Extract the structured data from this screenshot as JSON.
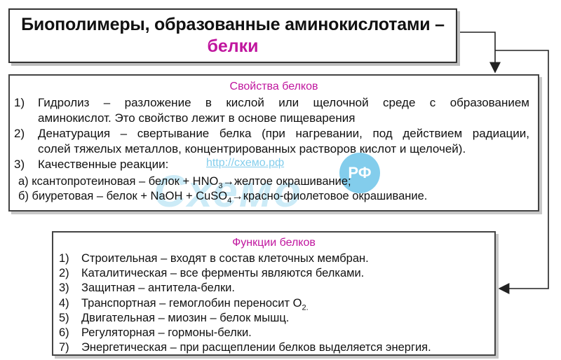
{
  "title": {
    "line1": "Биополимеры, образованные аминокислотами –",
    "line2": "белки"
  },
  "properties": {
    "heading": "Свойства белков",
    "items": [
      {
        "num": "1)",
        "lines": [
          "Гидролиз – разложение в кислой или щелочной среде с образованием",
          "аминокислот. Это свойство лежит в основе пищеварения"
        ]
      },
      {
        "num": "2)",
        "lines": [
          "Денатурация – свертывание белка (при нагревании, под действием радиации,",
          "солей тяжелых металлов, концентрированных растворов кислот и щелочей)."
        ]
      },
      {
        "num": "3)",
        "lines": [
          "Качественные реакции:"
        ]
      }
    ],
    "reaction_a": {
      "before": "а) ксантопротеиновая – белок + HNO",
      "sub": "3",
      "after": "→желтое окрашивание;"
    },
    "reaction_b": {
      "before": "б) биуретовая – белок + NaOH + CuSO",
      "sub": "4",
      "after": "→красно-фиолетовое окрашивание."
    }
  },
  "watermark": {
    "url": "http://схемо.рф",
    "logo": "Схемо",
    "badge": "РФ"
  },
  "functions": {
    "heading": "Функции белков",
    "items": [
      {
        "num": "1)",
        "text": "Строительная – входят в состав клеточных мембран."
      },
      {
        "num": "2)",
        "text": "Каталитическая – все ферменты являются белками."
      },
      {
        "num": "3)",
        "text": "Защитная – антитела-белки."
      },
      {
        "num": "4)",
        "text": "Транспортная – гемоглобин переносит O",
        "sub": "2."
      },
      {
        "num": "5)",
        "text": "Двигательная – миозин – белок мышц."
      },
      {
        "num": "6)",
        "text": "Регуляторная – гормоны-белки."
      },
      {
        "num": "7)",
        "text": "Энергетическая – при расщеплении белков выделяется энергия."
      }
    ]
  }
}
